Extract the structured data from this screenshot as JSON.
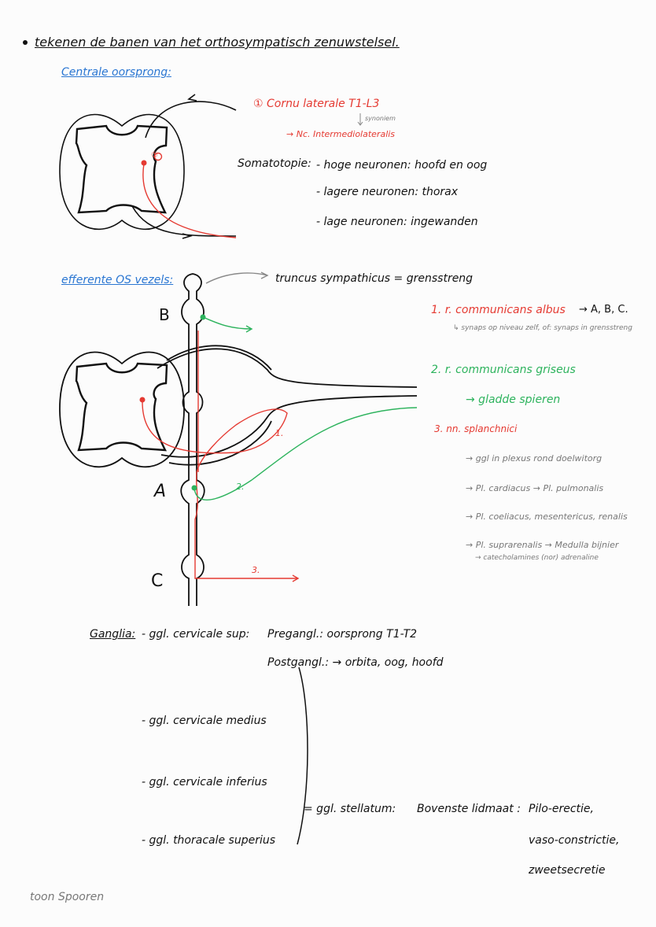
{
  "title": "tekenen de banen van het orthosympatisch zenuwstelsel.",
  "section1": {
    "heading": "Centrale oorsprong:",
    "marker": "①",
    "origin": "① Cornu laterale T1-L3",
    "arrow_note": "synoniem",
    "nucleus": "→ Nc. Intermediolateralis",
    "somatotopie_label": "Somatotopie:",
    "somatotopie": [
      "- hoge neuronen: hoofd en oog",
      "- lagere neuronen: thorax",
      "- lage neuronen: ingewanden"
    ]
  },
  "section2": {
    "heading": "efferente OS vezels:",
    "truncus": "truncus sympathicus = grensstreng",
    "labels": {
      "b": "B",
      "a": "A",
      "c": "C",
      "p1": "1.",
      "p2": "2.",
      "p3": "3."
    },
    "items": [
      {
        "title": "1. r. communicans albus",
        "suffix": "→ A, B, C.",
        "note": "↳ synaps op niveau zelf, of: synaps in grensstreng"
      },
      {
        "title": "2. r. communicans griseus",
        "note": "→ gladde spieren"
      },
      {
        "title": "3. nn. splanchnici",
        "notes": [
          "→ ggl in plexus rond doelwitorg",
          "→ Pl. cardiacus → Pl. pulmonalis",
          "→ Pl. coeliacus, mesentericus, renalis",
          "→ Pl. suprarenalis → Medulla bijnier",
          "→ catecholamines (nor) adrenaline"
        ]
      }
    ]
  },
  "ganglia": {
    "label": "Ganglia:",
    "sup": "- ggl. cervicale sup:",
    "pre": "Pregangl.: oorsprong T1-T2",
    "post": "Postgangl.: → orbita, oog, hoofd",
    "medius": "- ggl. cervicale medius",
    "inferius": "- ggl. cervicale inferius",
    "thoracale": "- ggl. thoracale superius",
    "stellatum": "= ggl. stellatum:",
    "lidmaat": "Bovenste lidmaat :",
    "effects": [
      "Pilo-erectie,",
      "vaso-constrictie,",
      "zweetsecretie"
    ]
  },
  "signature": "toon Spooren",
  "colors": {
    "red": "#e53a32",
    "green": "#2db35d",
    "blue": "#2a76d2",
    "gray": "#777777"
  }
}
